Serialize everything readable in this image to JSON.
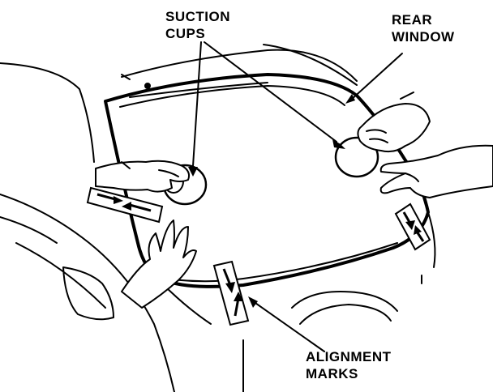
{
  "labels": {
    "suction_cups": {
      "line1": "SUCTION",
      "line2": "CUPS"
    },
    "rear_window": {
      "line1": "REAR",
      "line2": "WINDOW"
    },
    "alignment_marks": {
      "line1": "ALIGNMENT",
      "line2": "MARKS"
    }
  },
  "colors": {
    "ink": "#000000",
    "paper": "#ffffff"
  }
}
